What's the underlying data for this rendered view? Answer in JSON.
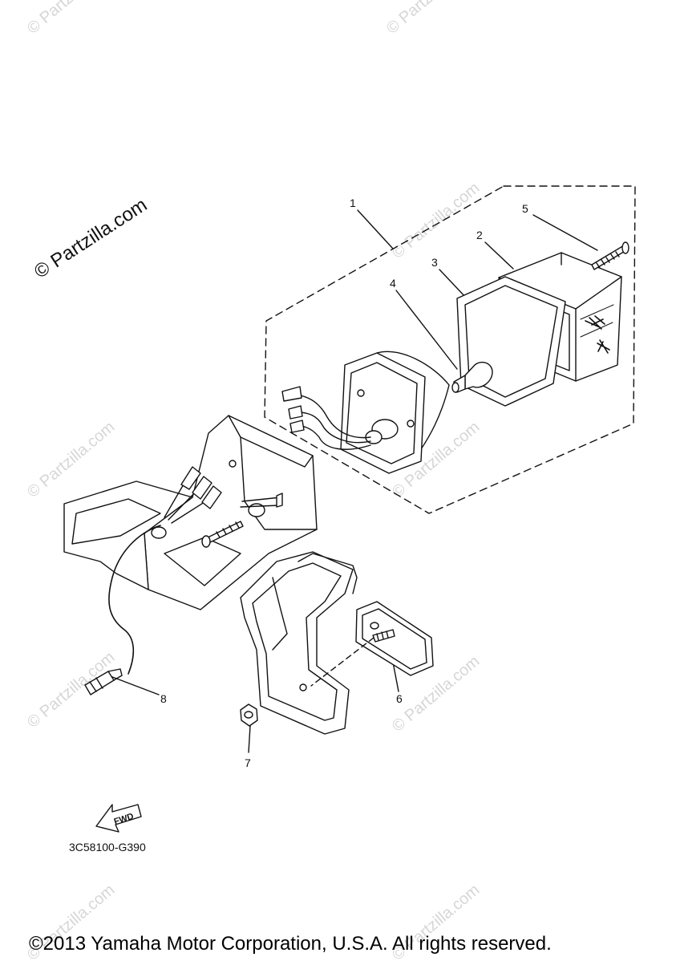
{
  "watermarks": {
    "main": "© Partzilla.com",
    "faint": "© Partzilla.com"
  },
  "callouts": [
    "1",
    "2",
    "3",
    "4",
    "5",
    "6",
    "7",
    "8"
  ],
  "fwd_label": "FWD",
  "diagram_code": "3C58100-G390",
  "copyright": "©2013 Yamaha Motor Corporation, U.S.A. All rights reserved."
}
